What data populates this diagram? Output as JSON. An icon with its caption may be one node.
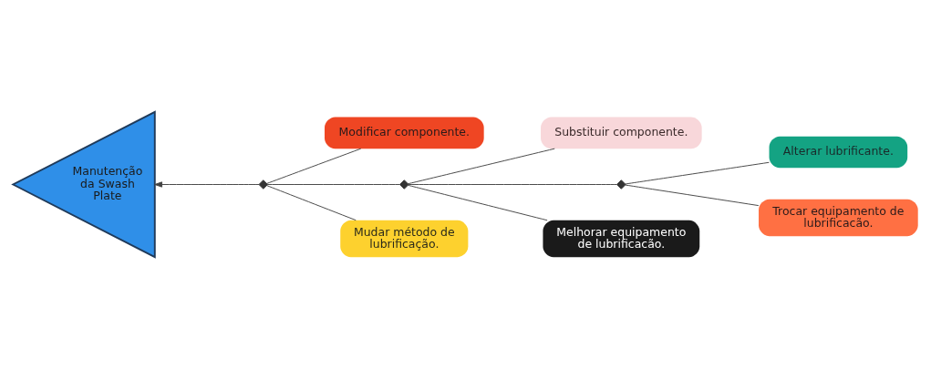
{
  "diagram": {
    "nodes": [
      {
        "text": [
          "Manutenção da Swash Plate"
        ]
      },
      {
        "text": [
          "Modificar componente."
        ]
      },
      {
        "text": [
          "Substituir componente."
        ]
      },
      {
        "text": [
          "Alterar lubrificante."
        ]
      },
      {
        "text": [],
        "shape": "diamond"
      },
      {
        "text": [],
        "shape": "diamond"
      },
      {
        "text": [],
        "shape": "diamond"
      },
      {
        "text": [
          "Mudar método de lubrificação."
        ]
      },
      {
        "text": [
          "Melhorar equipamento de lubrificacão."
        ]
      },
      {
        "text": [
          "Trocar equipamento de lubrificacão."
        ]
      }
    ],
    "edges": [
      {
        "from": 4,
        "to": 0,
        "arrow": "to"
      },
      {
        "from": 5,
        "to": 4,
        "arrow": "none"
      },
      {
        "from": 6,
        "to": 5,
        "arrow": "none"
      },
      {
        "from": 1,
        "to": 4,
        "arrow": "none"
      },
      {
        "from": 7,
        "to": 4,
        "arrow": "none"
      },
      {
        "from": 2,
        "to": 5,
        "arrow": "none"
      },
      {
        "from": 8,
        "to": 5,
        "arrow": "none"
      },
      {
        "from": 3,
        "to": 6,
        "arrow": "none"
      },
      {
        "from": 9,
        "to": 6,
        "arrow": "none"
      }
    ]
  }
}
